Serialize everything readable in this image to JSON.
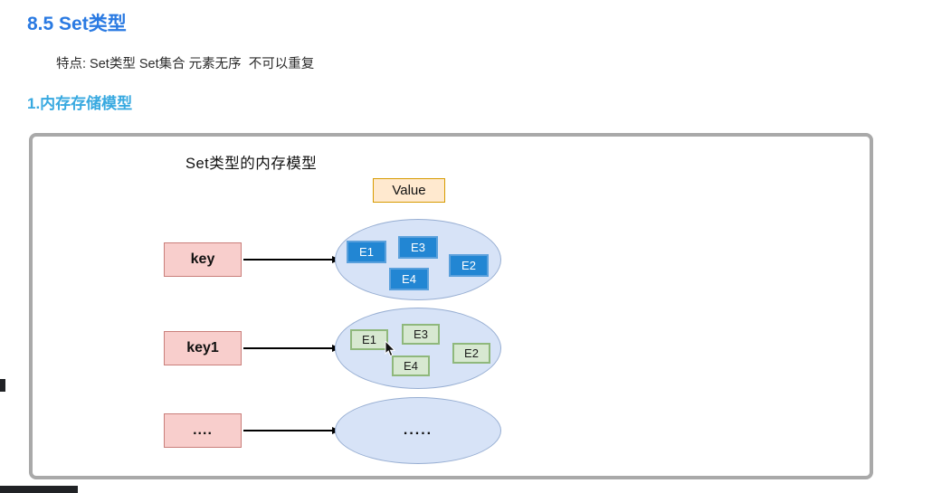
{
  "page": {
    "title": "8.5 Set类型",
    "feature_line": "特点: Set类型 Set集合 元素无序  不可以重复",
    "section_heading": "1.内存存储模型"
  },
  "diagram": {
    "title": "Set类型的内存模型",
    "value_label": "Value",
    "rows": [
      {
        "key": "key",
        "elements": [
          "E1",
          "E3",
          "E2",
          "E4"
        ],
        "element_style": "blue"
      },
      {
        "key": "key1",
        "elements": [
          "E1",
          "E3",
          "E2",
          "E4"
        ],
        "element_style": "green"
      },
      {
        "key": "....",
        "ellipsis": ".....",
        "element_style": "dots"
      }
    ],
    "colors": {
      "heading_blue": "#2a7ae2",
      "section_blue": "#38a9e0",
      "key_box_fill": "#f8cecc",
      "key_box_border": "#c97e7a",
      "value_box_fill": "#ffe9cf",
      "value_box_border": "#d79b00",
      "ellipse_fill": "#d7e3f7",
      "ellipse_border": "#97aed2",
      "element_blue_fill": "#2286d3",
      "element_green_fill": "#d7e8d1",
      "element_green_border": "#8fb87c",
      "panel_border": "#a9a9a9"
    }
  }
}
